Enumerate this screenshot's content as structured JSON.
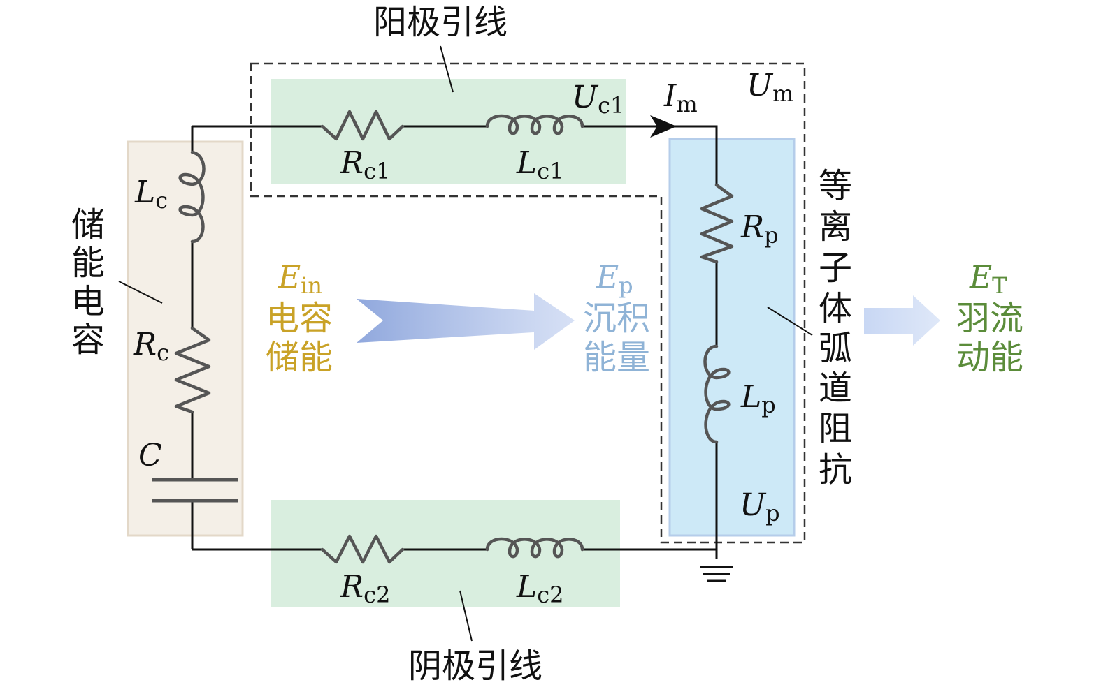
{
  "labels": {
    "anode_lead": "阳极引线",
    "cathode_lead": "阴极引线",
    "storage_capacitor": [
      "储",
      "能",
      "电",
      "容"
    ],
    "plasma_impedance": [
      "等",
      "离",
      "子",
      "体",
      "弧",
      "道",
      "阻",
      "抗"
    ]
  },
  "components": {
    "Lc": {
      "main": "L",
      "sub": "c"
    },
    "Rc": {
      "main": "R",
      "sub": "c"
    },
    "C": {
      "main": "C",
      "sub": ""
    },
    "Rc1": {
      "main": "R",
      "sub": "c1"
    },
    "Lc1": {
      "main": "L",
      "sub": "c1"
    },
    "Uc1": {
      "main": "U",
      "sub": "c1"
    },
    "Im": {
      "main": "I",
      "sub": "m"
    },
    "Um": {
      "main": "U",
      "sub": "m"
    },
    "Rp": {
      "main": "R",
      "sub": "p"
    },
    "Lp": {
      "main": "L",
      "sub": "p"
    },
    "Up": {
      "main": "U",
      "sub": "p"
    },
    "Rc2": {
      "main": "R",
      "sub": "c2"
    },
    "Lc2": {
      "main": "L",
      "sub": "c2"
    }
  },
  "energy": {
    "Ein": {
      "main": "E",
      "sub": "in",
      "lines": [
        "电容",
        "储能"
      ],
      "color": "#c9a227"
    },
    "Ep": {
      "main": "E",
      "sub": "p",
      "lines": [
        "沉积",
        "能量"
      ],
      "color": "#8fb3d6"
    },
    "ET": {
      "main": "E",
      "sub": "T",
      "lines": [
        "羽流",
        "动能"
      ],
      "color": "#5b8c3a"
    }
  },
  "colors": {
    "capacitor_box": "#f4efe7",
    "lead_box": "#d9eedf",
    "plasma_box": "#cde9f7",
    "arrow_blue": "#8aa3db"
  }
}
